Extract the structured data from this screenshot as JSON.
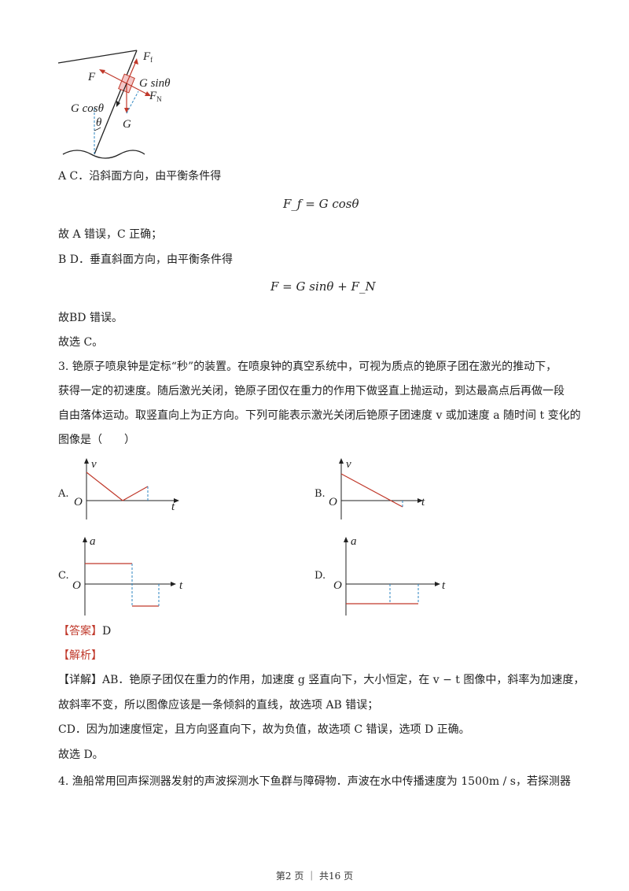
{
  "figure": {
    "F": "F",
    "Ff": "F",
    "Ff_sub": "f",
    "Gsin": "G sinθ",
    "FN": "F",
    "FN_sub": "N",
    "Gcos": "G cosθ",
    "theta": "θ",
    "G": "G"
  },
  "lines": {
    "ac_intro": "A C．沿斜面方向，由平衡条件得",
    "ac_result": "故 A 错误，C 正确；",
    "bd_intro": "B D．垂直斜面方向，由平衡条件得",
    "bd_result": "故BD 错误。",
    "choose_c": "故选 C。"
  },
  "formulas": {
    "f1": "F_f = G cosθ",
    "f2": "F = G sinθ + F_N"
  },
  "q3": {
    "l1": "3. 铯原子喷泉钟是定标“秒”的装置。在喷泉钟的真空系统中，可视为质点的铯原子团在激光的推动下，",
    "l2": "获得一定的初速度。随后激光关闭，铯原子团仅在重力的作用下做竖直上抛运动，到达最高点后再做一段",
    "l3": "自由落体运动。取竖直向上为正方向。下列可能表示激光关闭后铯原子团速度 v 或加速度 a 随时间 t 变化的",
    "l4": "图像是（　　）"
  },
  "options": {
    "A": "A.",
    "B": "B.",
    "C": "C.",
    "D": "D.",
    "O": "O",
    "t": "t",
    "v": "v",
    "a": "a"
  },
  "answer": {
    "label": "【答案】",
    "value": "D",
    "analysis": "【解析】",
    "detail_label": "【详解】",
    "d1": "AB．铯原子团仅在重力的作用，加速度 g 竖直向下，大小恒定，在 v − t 图像中，斜率为加速度，",
    "d2": "故斜率不变，所以图像应该是一条倾斜的直线，故选项 AB 错误；",
    "d3": "CD．因为加速度恒定，且方向竖直向下，故为负值，故选项 C 错误，选项 D 正确。",
    "d4": "故选 D。"
  },
  "q4": {
    "l1": "4. 渔船常用回声探测器发射的声波探测水下鱼群与障碍物．声波在水中传播速度为 1500m / s，若探测器"
  },
  "footer": "第2 页 ｜ 共16 页"
}
